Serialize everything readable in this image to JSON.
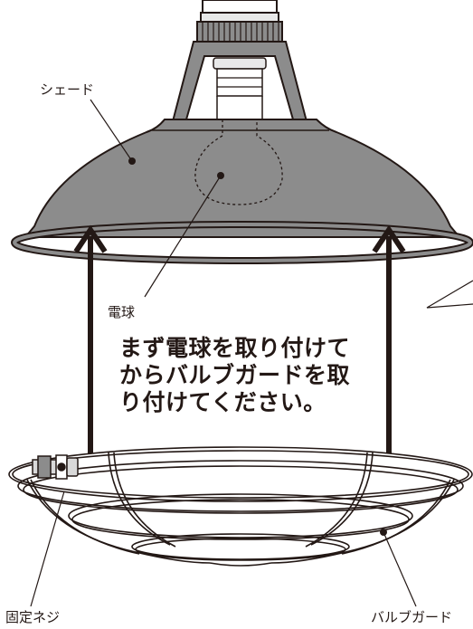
{
  "labels": {
    "shade": "シェード",
    "bulb": "電球",
    "fixing_screw": "固定ネジ",
    "bulb_guard": "バルブガード"
  },
  "instruction": {
    "line1": "まず電球を取り付けて",
    "line2": "からバルブガードを取",
    "line3": "り付けてください。"
  },
  "colors": {
    "shade_fill": "#8c8c8c",
    "shade_dark": "#6e6e6e",
    "outline": "#231815",
    "arrow": "#231815",
    "guard_wire": "#231815",
    "metal_light": "#d9d9d9"
  }
}
